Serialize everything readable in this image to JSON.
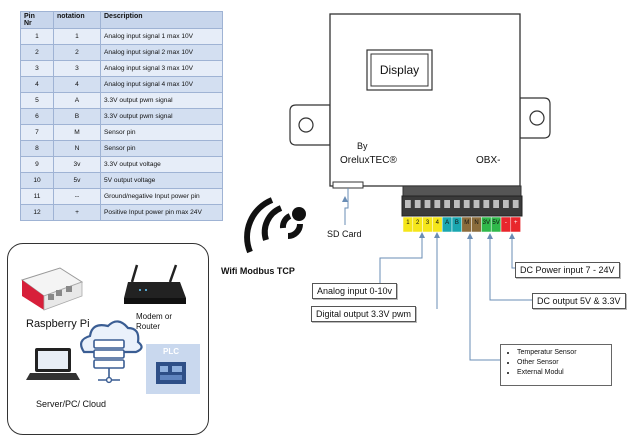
{
  "pin_table": {
    "headers": [
      "Pin\nNr",
      "notation",
      "Description"
    ],
    "rows": [
      [
        "1",
        "1",
        "Analog input  signal 1 max  10V"
      ],
      [
        "2",
        "2",
        "Analog input  signal 2 max  10V"
      ],
      [
        "3",
        "3",
        "Analog input  signal 3 max  10V"
      ],
      [
        "4",
        "4",
        "Analog input  signal 4 max  10V"
      ],
      [
        "5",
        "A",
        "3.3V output pwm signal"
      ],
      [
        "6",
        "B",
        "3.3V output pwm signal"
      ],
      [
        "7",
        "M",
        "Sensor pin"
      ],
      [
        "8",
        "N",
        "Sensor pin"
      ],
      [
        "9",
        "3v",
        "3.3V output voltage"
      ],
      [
        "10",
        "5v",
        "5V output voltage"
      ],
      [
        "11",
        "--",
        "Ground/negative  Input power pin"
      ],
      [
        "12",
        "+",
        "Positive Input power pin max 24V"
      ]
    ]
  },
  "device": {
    "display_label": "Display",
    "by_label": "By",
    "brand": "OreluxTEC®",
    "model": "OBX-",
    "sd_card_label": "SD Card",
    "terminal_labels": [
      "1",
      "2",
      "3",
      "4",
      "A",
      "B",
      "M",
      "N",
      "3V",
      "5V",
      "-",
      "+"
    ],
    "terminal_colors": [
      "#f5e61a",
      "#f5e61a",
      "#f5e61a",
      "#f5e61a",
      "#1aa7b0",
      "#1aa7b0",
      "#8b6c3c",
      "#8b6c3c",
      "#2fb84a",
      "#2fb84a",
      "#e8262c",
      "#e8262c"
    ]
  },
  "wifi": {
    "label": "Wifi Modbus TCP"
  },
  "callouts": {
    "analog": "Analog input 0-10v",
    "digital": "Digital output 3.3V pwm",
    "dc_power": "DC Power input 7 - 24V",
    "dc_output": "DC output 5V & 3.3V",
    "sensors": [
      "Temperatur Sensor",
      "Other Sensor",
      "External Modul"
    ]
  },
  "devices": {
    "raspberry": "Raspberry Pi",
    "router": "Modem or\nRouter",
    "server": "Server/PC/ Cloud",
    "plc": "PLC"
  }
}
